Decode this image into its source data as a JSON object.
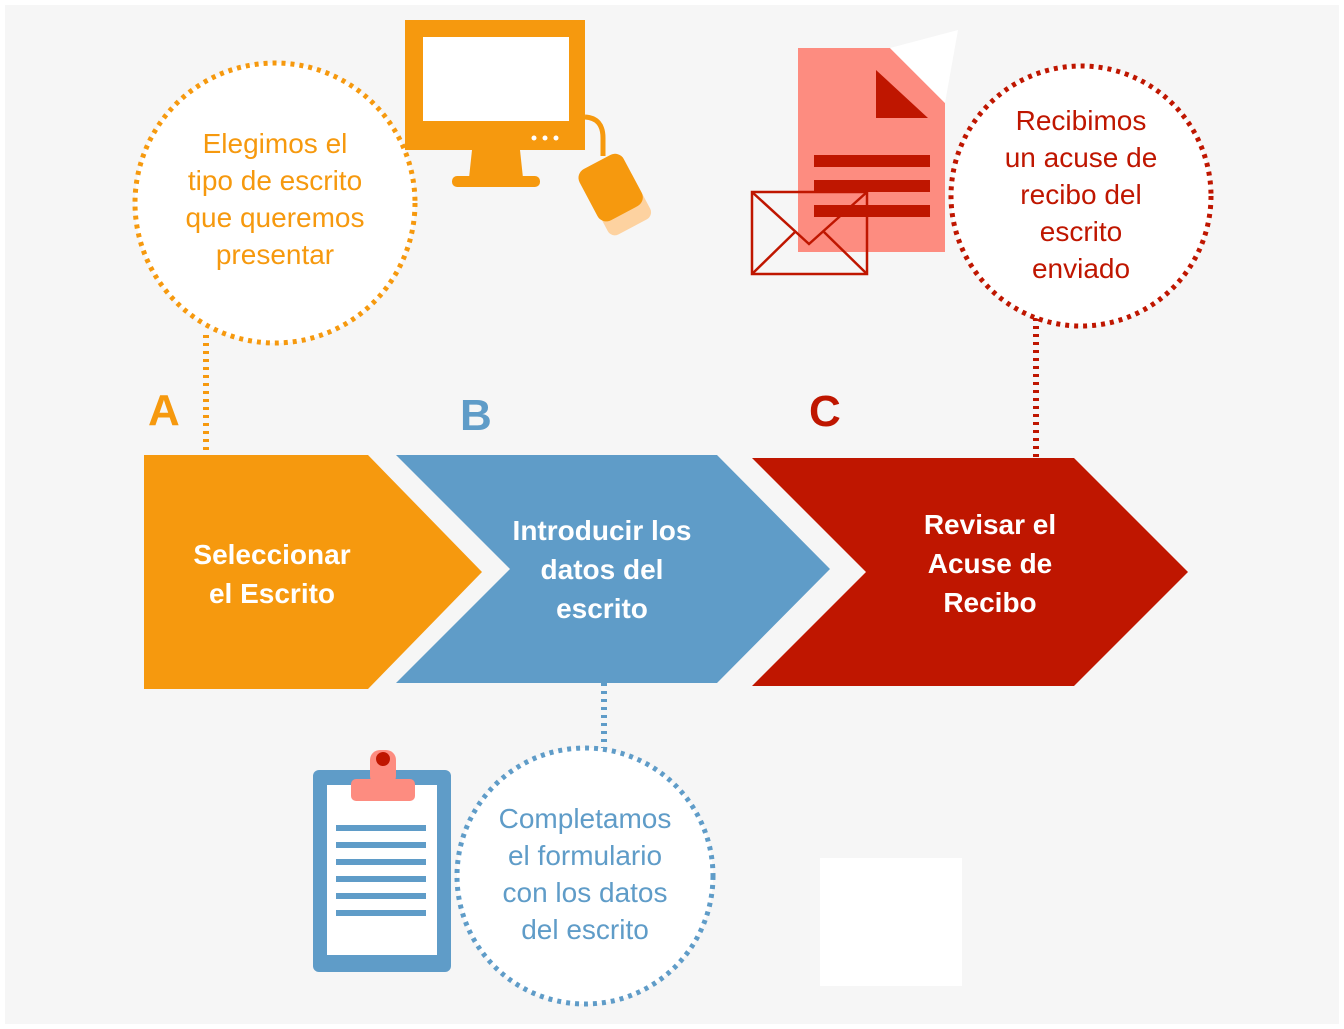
{
  "colors": {
    "orange": "#f6990e",
    "blue": "#5f9cc8",
    "red": "#bf1600",
    "light_red": "#fd8c80",
    "background": "#f6f6f6"
  },
  "steps": [
    {
      "letter": "A",
      "label": "Seleccionar\nel Escrito"
    },
    {
      "letter": "B",
      "label": "Introducir los\ndatos del\nescrito"
    },
    {
      "letter": "C",
      "label": "Revisar el\nAcuse de\nRecibo"
    }
  ],
  "bubbles": [
    {
      "text": "Elegimos el\ntipo de escrito\nque queremos\npresentar"
    },
    {
      "text": "Completamos\nel formulario\ncon los datos\ndel escrito"
    },
    {
      "text": "Recibimos\nun acuse de\nrecibo del\nescrito\nenviado"
    }
  ],
  "icons": {
    "step_a": "computer-monitor-icon",
    "step_b": "clipboard-icon",
    "step_c": "document-envelope-icon"
  }
}
